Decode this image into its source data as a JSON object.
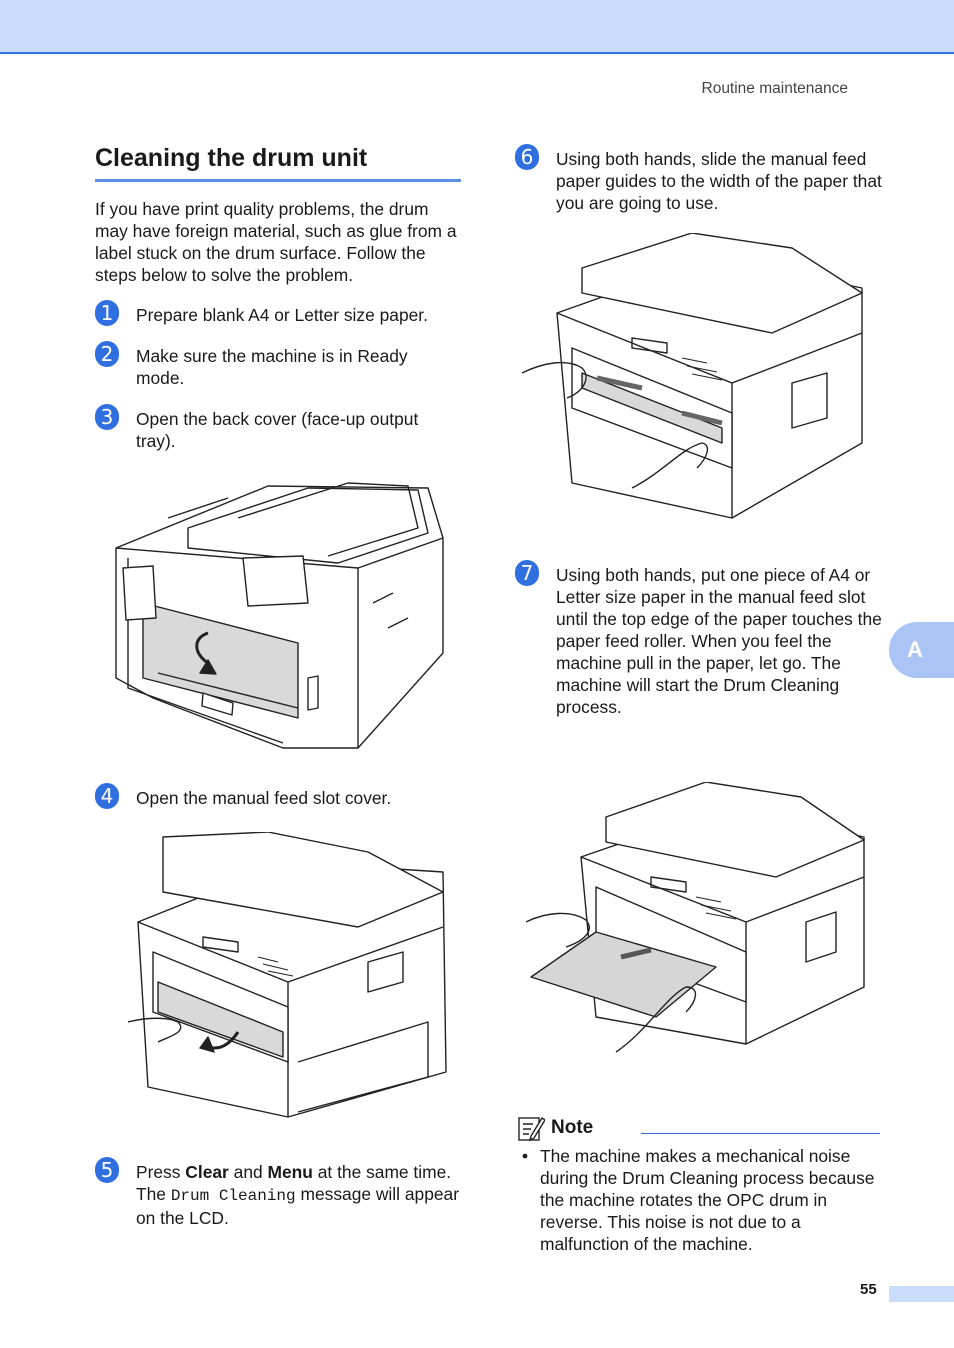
{
  "header": {
    "running_head": "Routine maintenance"
  },
  "section": {
    "title": "Cleaning the drum unit",
    "intro": "If you have print quality problems, the drum may have foreign material, such as glue from a label stuck on the drum surface. Follow the steps below to solve the problem."
  },
  "steps": [
    {
      "number": "1",
      "text": "Prepare blank A4 or Letter size paper."
    },
    {
      "number": "2",
      "text": "Make sure the machine is in Ready mode."
    },
    {
      "number": "3",
      "text": "Open the back cover (face-up output tray)."
    },
    {
      "number": "4",
      "text": "Open the manual feed slot cover."
    },
    {
      "number": "5",
      "pre": "Press ",
      "bold1": "Clear",
      "mid": " and ",
      "bold2": "Menu",
      "post1": " at the same time. The ",
      "lcd": "Drum Cleaning",
      "post2": " message will appear on the LCD."
    },
    {
      "number": "6",
      "text": "Using both hands, slide the manual feed paper guides to the width of the paper that you are going to use."
    },
    {
      "number": "7",
      "text": "Using both hands, put one piece of A4 or Letter size paper in the manual feed slot until the top edge of the paper touches the paper feed roller. When you feel the machine pull in the paper, let go. The machine will start the Drum Cleaning process."
    }
  ],
  "note": {
    "label": "Note",
    "bullet": "•",
    "text": "The machine makes a mechanical noise during the Drum Cleaning process because the machine rotates the OPC drum in reverse. This noise is not due to a malfunction of the machine."
  },
  "side_tab": "A",
  "page_number": "55",
  "colors": {
    "accent": "#2f6fe0",
    "header_band": "#c9dcfb",
    "side_tab": "#a9c4f5"
  }
}
